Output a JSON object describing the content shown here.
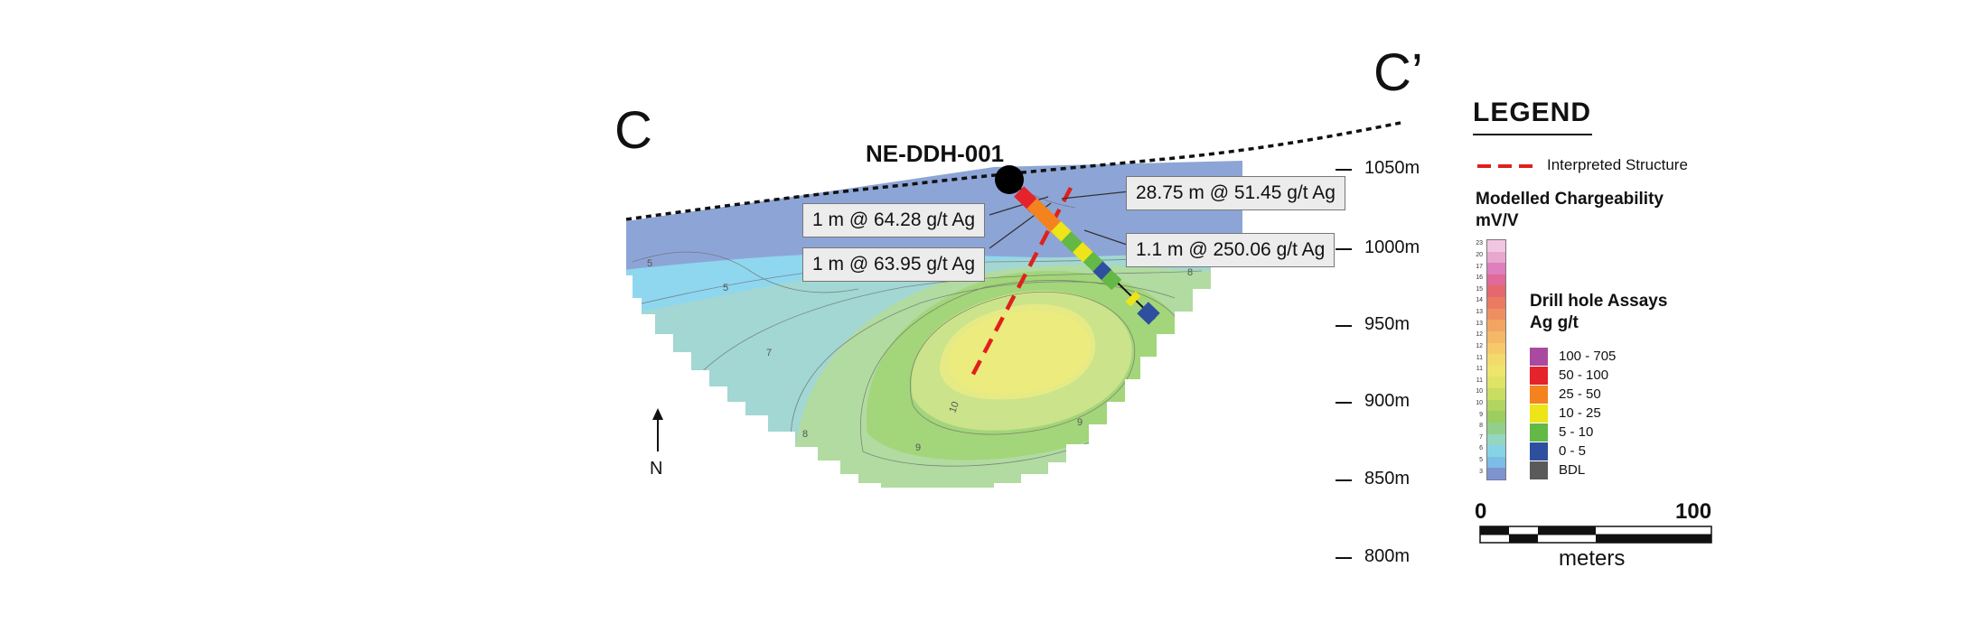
{
  "section": {
    "left_label": "C",
    "right_label": "C’"
  },
  "drillhole": {
    "name": "NE-DDH-001"
  },
  "callouts": [
    {
      "text": "1 m @ 64.28 g/t Ag"
    },
    {
      "text": "1 m @ 63.95 g/t Ag"
    },
    {
      "text": "28.75 m @ 51.45 g/t Ag"
    },
    {
      "text": "1.1 m @ 250.06 g/t Ag"
    }
  ],
  "elevations": [
    "1050m",
    "1000m",
    "950m",
    "900m",
    "850m",
    "800m"
  ],
  "north_arrow": {
    "label": "N"
  },
  "legend": {
    "title": "LEGEND",
    "structure_label": "Interpreted Structure",
    "structure_color": "#e0201c",
    "chargeability_title": "Modelled Chargeability",
    "chargeability_unit": "mV/V",
    "chargeability_ticks": [
      "23",
      "20",
      "17",
      "16",
      "15",
      "14",
      "13",
      "13",
      "12",
      "12",
      "11",
      "11",
      "11",
      "10",
      "10",
      "9",
      "8",
      "7",
      "6",
      "5",
      "3"
    ],
    "chargeability_colors": [
      "#f1c6e0",
      "#e8a7cf",
      "#df7fbe",
      "#e06a99",
      "#e5686e",
      "#ea7a62",
      "#ee8f62",
      "#f2a563",
      "#f4b868",
      "#f6ca6a",
      "#f3db6b",
      "#eee56c",
      "#dfe466",
      "#c8dd62",
      "#b1d55f",
      "#9ccd5f",
      "#93cf8a",
      "#95d6c1",
      "#86d3e6",
      "#7bbde6",
      "#7f93cf"
    ],
    "assays_title": "Drill hole Assays",
    "assays_unit": "Ag g/t",
    "assays": [
      {
        "label": "100 - 705",
        "color": "#a94aa0"
      },
      {
        "label": "50 - 100",
        "color": "#e5232a"
      },
      {
        "label": "25 - 50",
        "color": "#f3821f"
      },
      {
        "label": "10 - 25",
        "color": "#ede41a"
      },
      {
        "label": "5 - 10",
        "color": "#63b846"
      },
      {
        "label": "0 - 5",
        "color": "#2e4f9f"
      },
      {
        "label": "BDL",
        "color": "#5a5a5a"
      }
    ],
    "scale_min": "0",
    "scale_max": "100",
    "scale_unit": "meters"
  },
  "contour_labels": [
    "5",
    "5",
    "7",
    "8",
    "9",
    "10",
    "9",
    "8"
  ]
}
